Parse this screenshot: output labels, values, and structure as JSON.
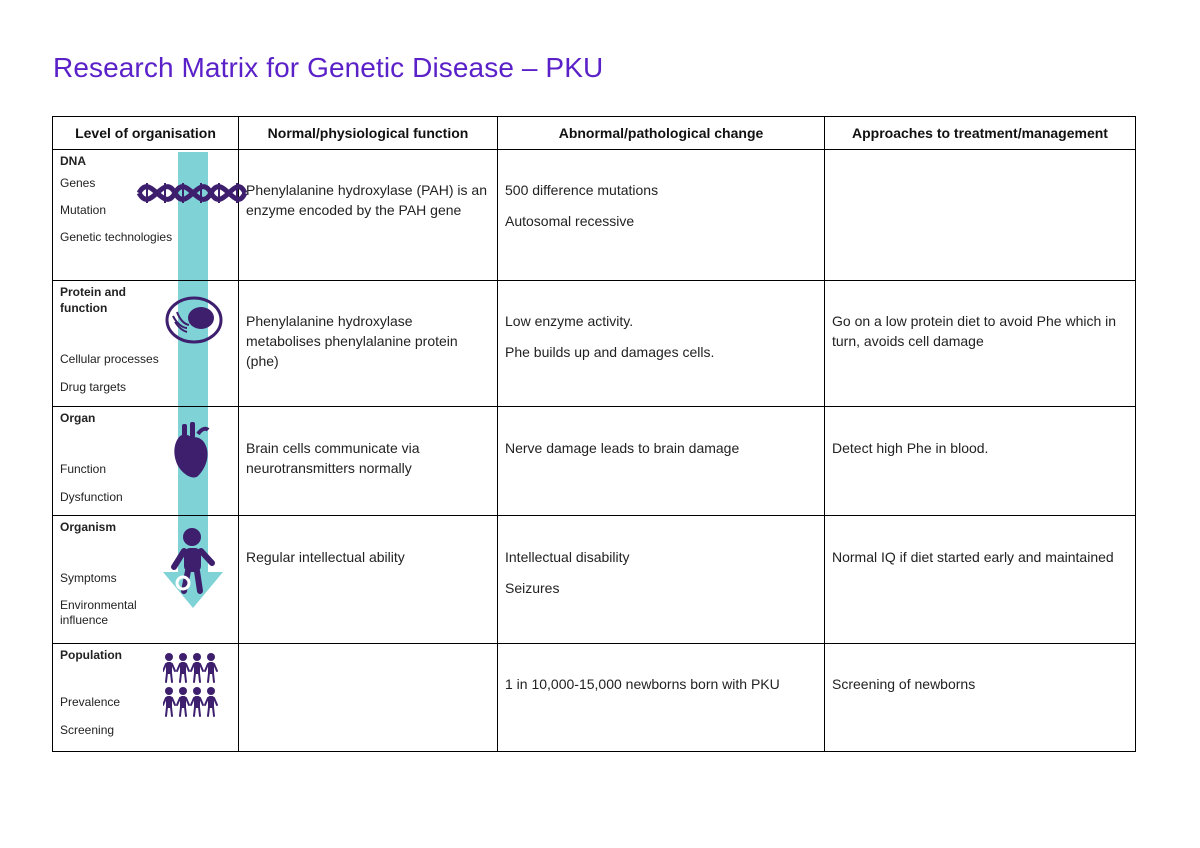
{
  "title": "Research Matrix for Genetic Disease – PKU",
  "headers": [
    "Level of organisation",
    "Normal/physiological function",
    "Abnormal/pathological change",
    "Approaches to treatment/management"
  ],
  "rows": [
    {
      "level": {
        "heading": "DNA",
        "items": [
          "Genes",
          "Mutation",
          "Genetic technologies"
        ]
      },
      "normal": [
        "Phenylalanine hydroxylase (PAH) is an enzyme encoded by the PAH gene"
      ],
      "abnormal": [
        "500 difference mutations",
        "Autosomal recessive"
      ],
      "treatment": []
    },
    {
      "level": {
        "heading": "Protein and function",
        "items": [
          "Cellular processes",
          "Drug targets"
        ]
      },
      "normal": [
        "Phenylalanine hydroxylase metabolises phenylalanine protein (phe)"
      ],
      "abnormal": [
        "Low enzyme activity.",
        "Phe builds up and damages cells."
      ],
      "treatment": [
        "Go on a low protein diet to avoid Phe which in turn, avoids cell damage"
      ]
    },
    {
      "level": {
        "heading": "Organ",
        "items": [
          "Function",
          "Dysfunction"
        ]
      },
      "normal": [
        "Brain cells communicate via neurotransmitters normally"
      ],
      "abnormal": [
        "Nerve damage leads to brain damage"
      ],
      "treatment": [
        "Detect high Phe in blood."
      ]
    },
    {
      "level": {
        "heading": "Organism",
        "items": [
          "Symptoms",
          "Environmental influence"
        ]
      },
      "normal": [
        "Regular intellectual ability"
      ],
      "abnormal": [
        "Intellectual disability",
        "Seizures"
      ],
      "treatment": [
        "Normal IQ if diet started early and maintained"
      ]
    },
    {
      "level": {
        "heading": "Population",
        "items": [
          "Prevalence",
          "Screening"
        ]
      },
      "normal": [],
      "abnormal": [
        "1 in 10,000-15,000 newborns born with PKU"
      ],
      "treatment": [
        "Screening of newborns"
      ]
    }
  ],
  "colors": {
    "accent": "#5b21c9",
    "icon": "#3d1f6e",
    "arrow": "#7fd3d6"
  },
  "icons": [
    "dna-icon",
    "cell-icon",
    "heart-icon",
    "person-icon",
    "population-icon"
  ]
}
